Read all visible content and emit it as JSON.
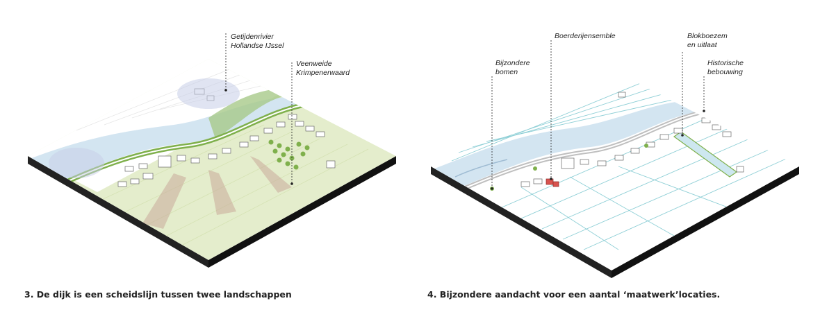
{
  "left_panel": {
    "caption": "3. De dijk is een scheidslijn tussen twee landschappen",
    "labels": {
      "river": [
        "Getijdenrivier",
        "Hollandse IJssel"
      ],
      "peat": [
        "Veenweide",
        "Krimpenerwaard"
      ]
    }
  },
  "right_panel": {
    "caption": "4. Bijzondere aandacht voor een aantal ‘maatwerk’locaties.",
    "labels": {
      "trees": [
        "Bijzondere",
        "bomen"
      ],
      "farms": [
        "Boerderijensemble"
      ],
      "pump": [
        "Blokboezem",
        "en uitlaat"
      ],
      "historic": [
        "Historische",
        "bebouwing"
      ]
    }
  },
  "colors": {
    "water": "#d6e8f3",
    "meadow": "#e2ecc8",
    "dike_green": "#7fb04c",
    "ditch": "#8ecfd6",
    "highlight": "#d9534f"
  }
}
